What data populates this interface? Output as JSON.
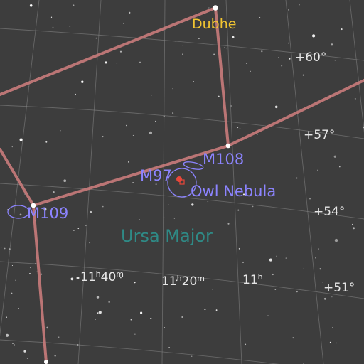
{
  "map": {
    "constellation": "Ursa Major",
    "star_labels": [
      "Dubhe"
    ],
    "dso_labels": [
      "M108",
      "M97",
      "Owl Nebula",
      "M109"
    ],
    "dec_labels": [
      "+60°",
      "+57°",
      "+54°",
      "+51°"
    ],
    "ra_labels": [
      {
        "h": "11",
        "m": "40"
      },
      {
        "h": "11",
        "m": "20"
      },
      {
        "h": "11",
        "m": ""
      }
    ],
    "colors": {
      "background": "#3d3d3d",
      "grid": "#8a8a8a",
      "constellation_lines": "#c97b7b",
      "star_label": "#f2c531",
      "dso_label": "#8c84ff",
      "constellation_label": "#2f8a86",
      "planetary_nebula_marker": "#e8473a"
    }
  }
}
